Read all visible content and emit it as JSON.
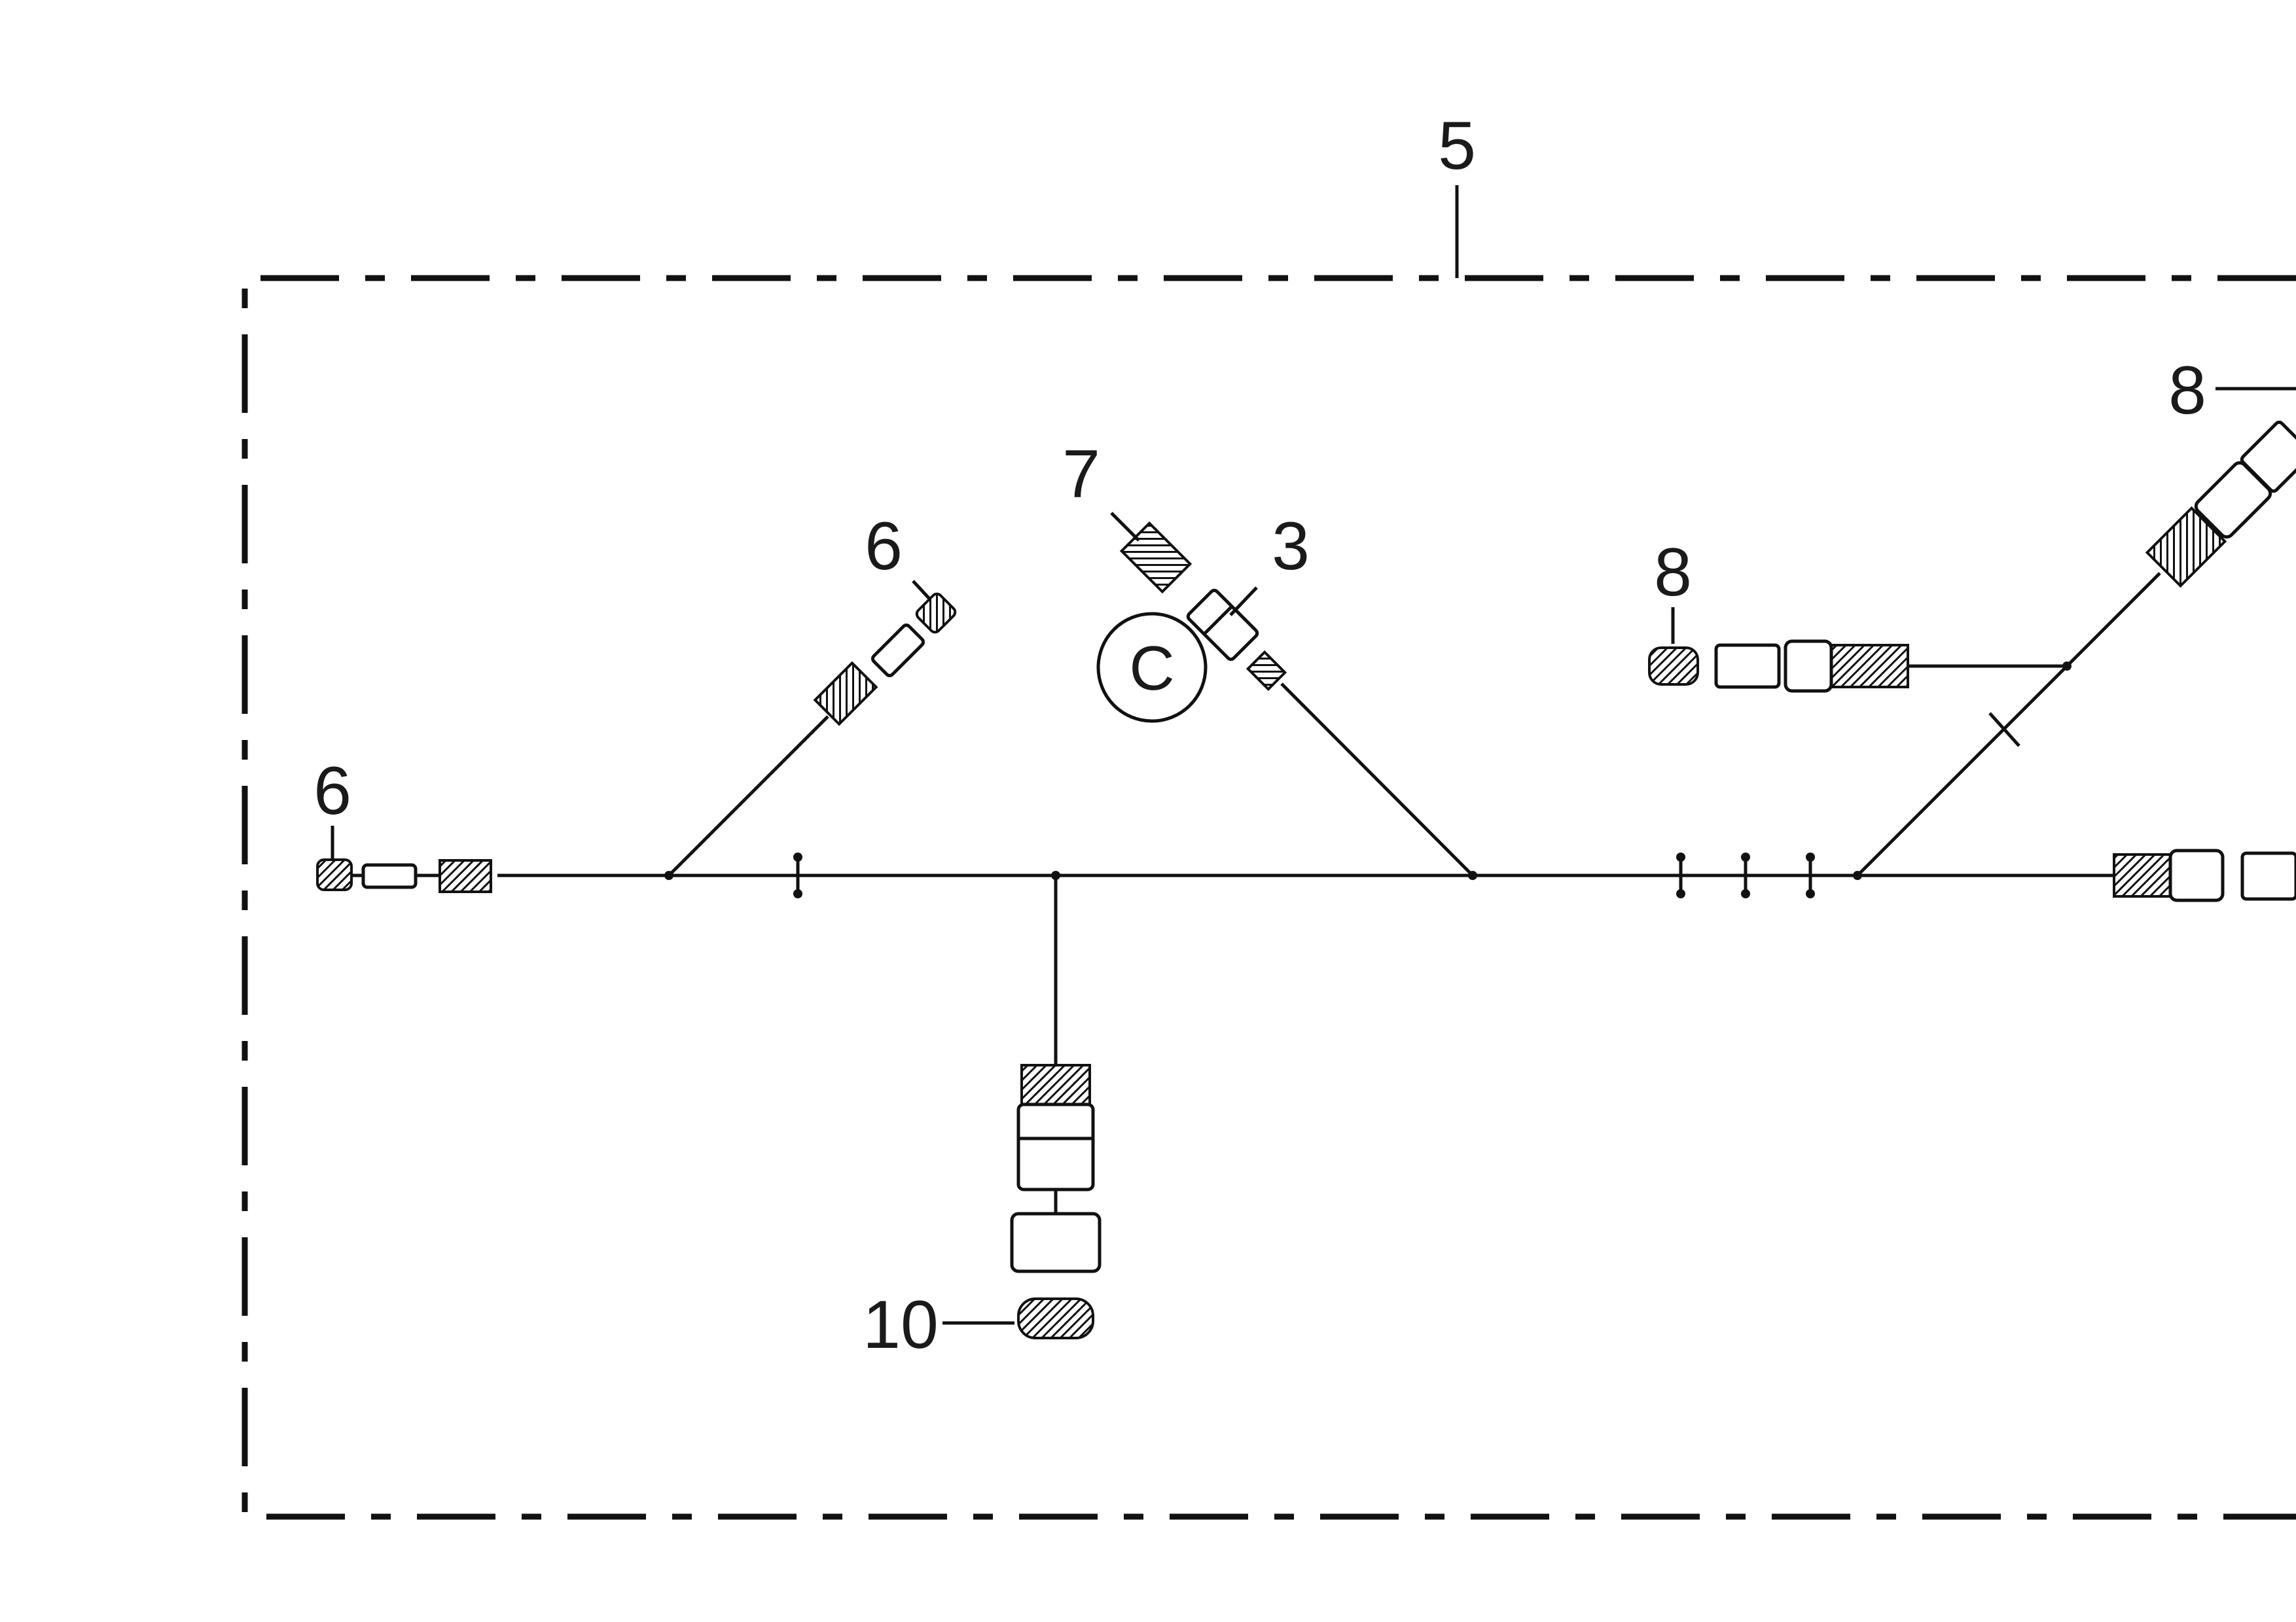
{
  "diagram": {
    "callouts": {
      "harness": "5",
      "detail_circle": "C",
      "item_3": "3",
      "item_6_left": "6",
      "item_6_branch": "6",
      "item_7": "7",
      "item_8_mid": "8",
      "item_8_top": "8",
      "item_10": "10"
    }
  }
}
